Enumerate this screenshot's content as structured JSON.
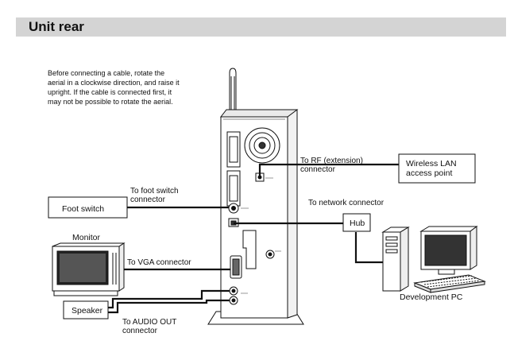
{
  "header": {
    "title": "Unit rear"
  },
  "note": {
    "lines": [
      "Before connecting a cable, rotate the",
      "aerial in a clockwise direction, and raise it",
      "upright. If the cable is connected first, it",
      "may not be possible to rotate the aerial."
    ]
  },
  "labels": {
    "rf_connector": [
      "To RF (extension)",
      "connector"
    ],
    "wireless_lan": [
      "Wireless LAN",
      "access point"
    ],
    "foot_switch_connector": [
      "To foot switch",
      "connector"
    ],
    "foot_switch": "Foot switch",
    "network_connector": "To network connector",
    "hub": "Hub",
    "monitor": "Monitor",
    "vga_connector": "To VGA connector",
    "speaker": "Speaker",
    "audio_out": [
      "To AUDIO OUT",
      "connector"
    ],
    "development_pc": "Development PC"
  }
}
